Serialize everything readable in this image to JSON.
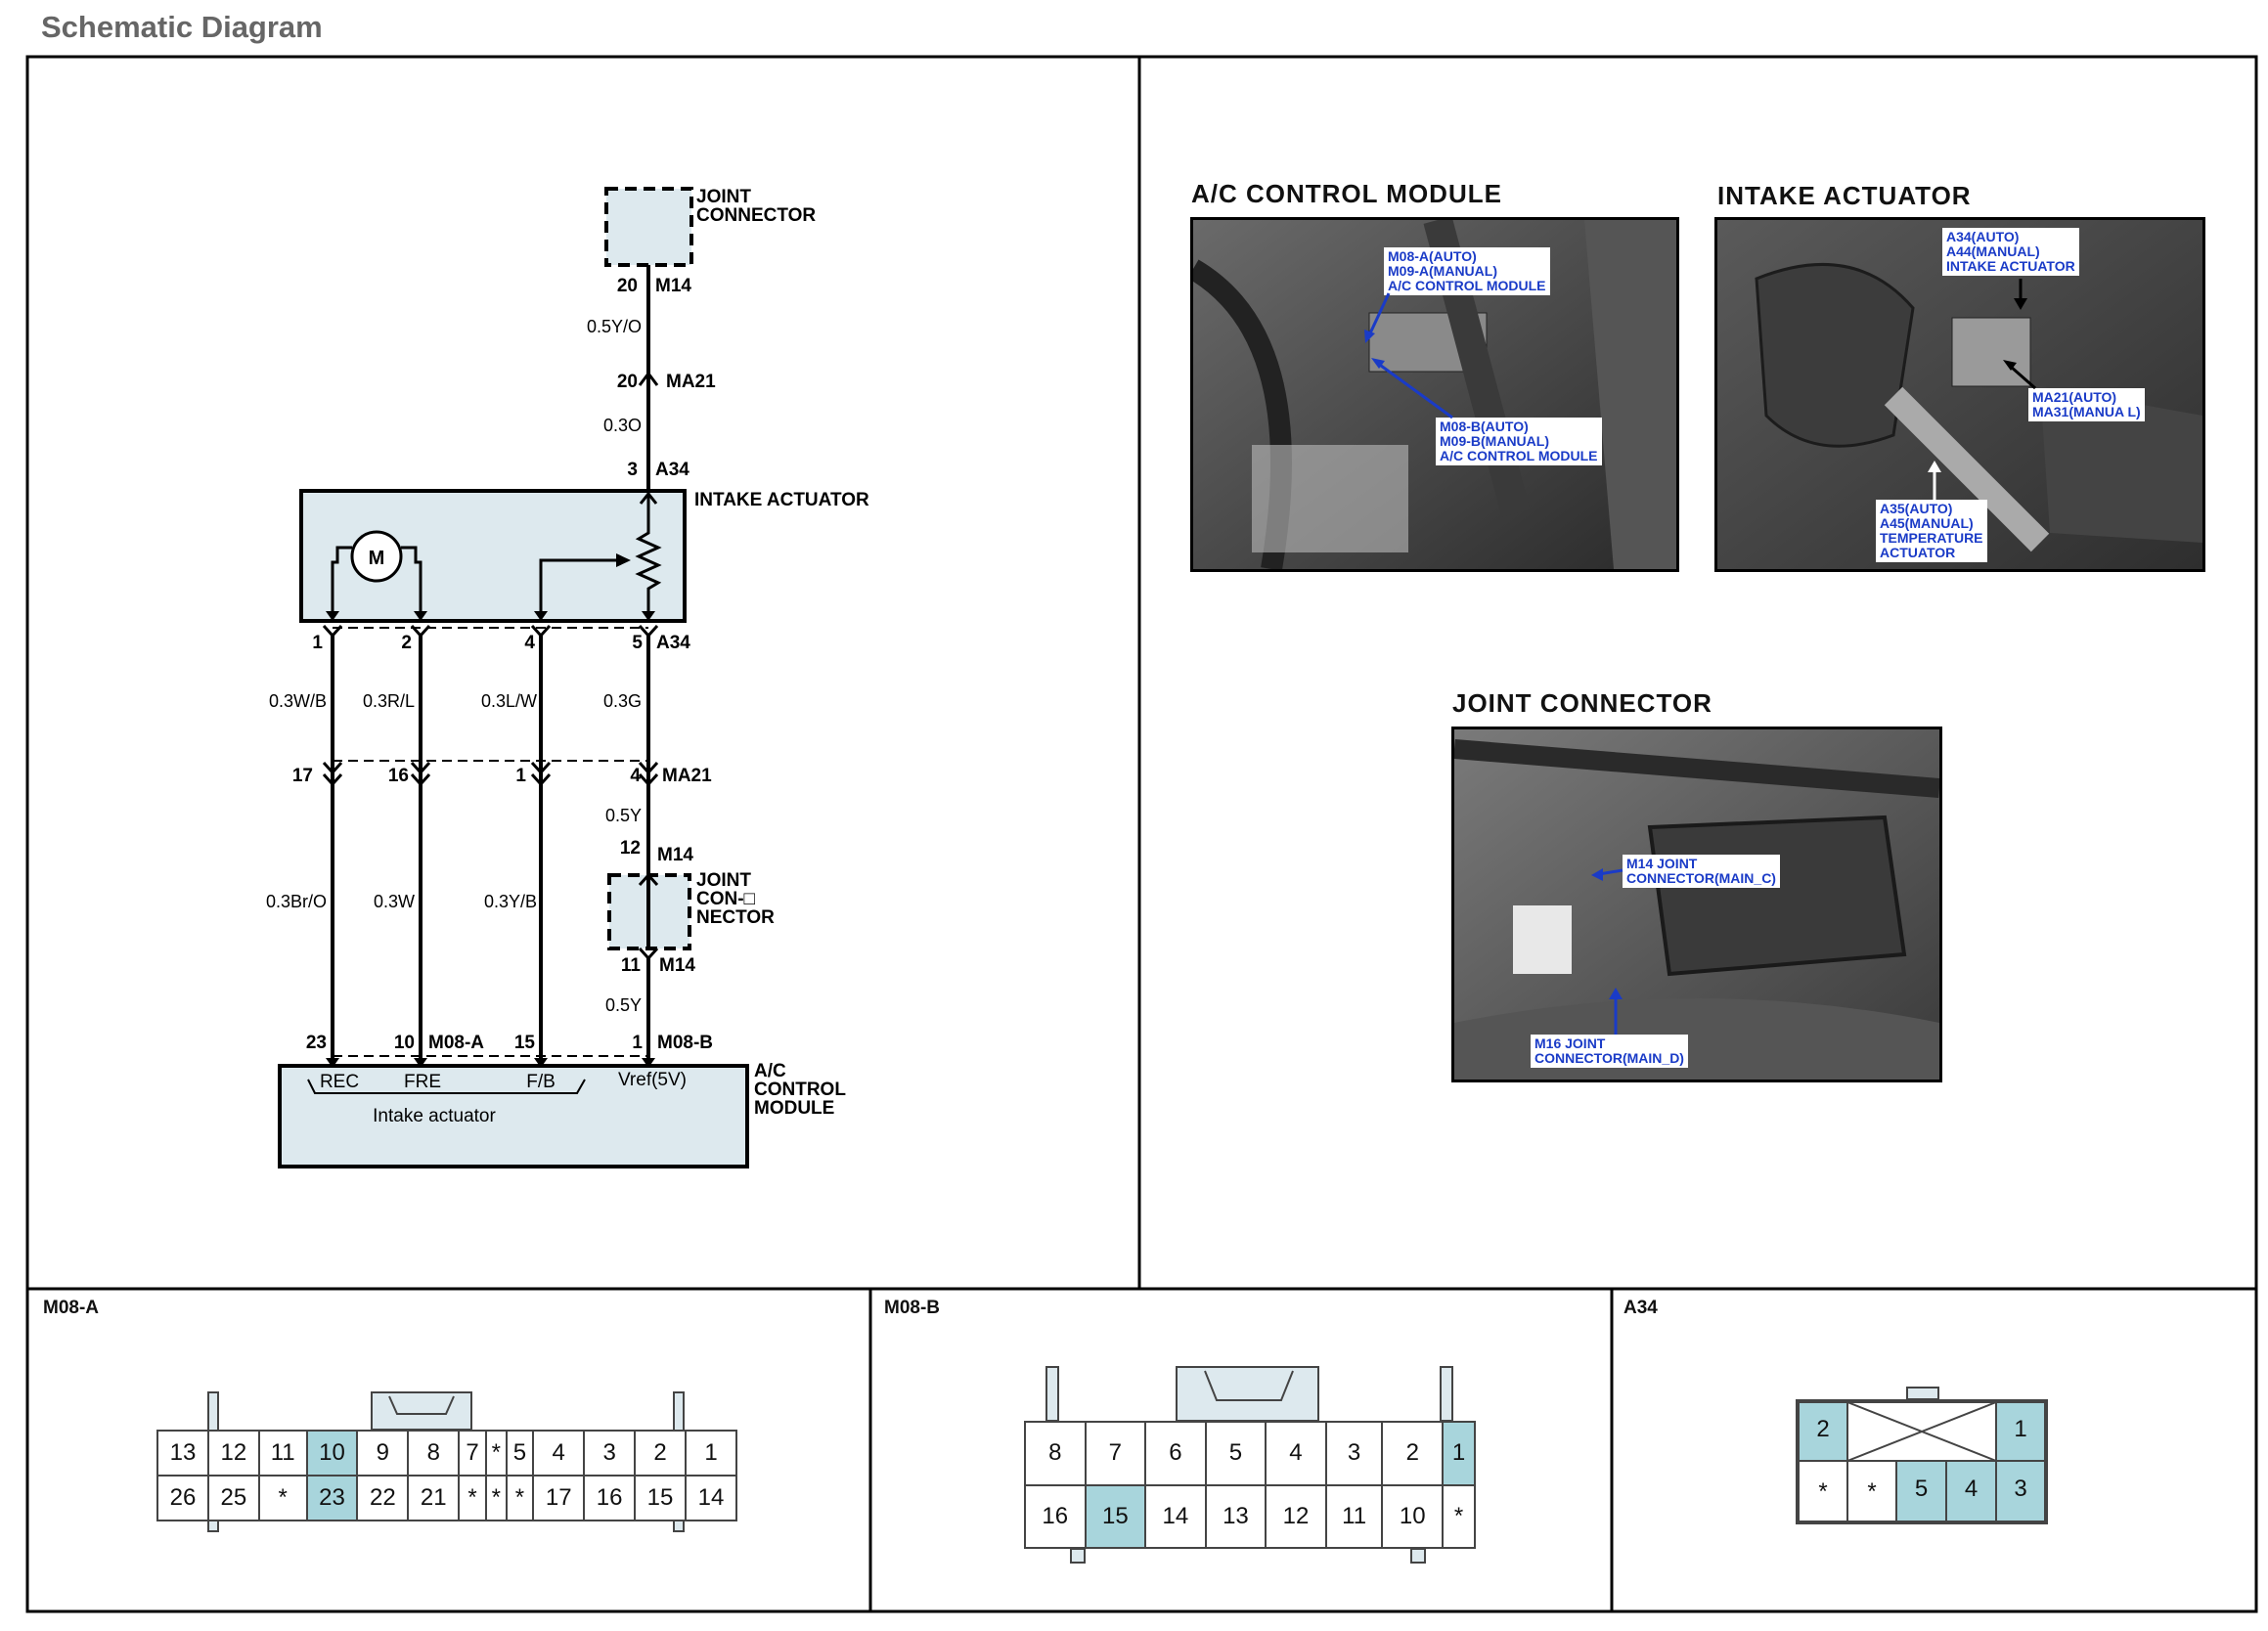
{
  "page_title": "Schematic Diagram",
  "schematic": {
    "joint_connector_top": {
      "label_line1": "JOINT",
      "label_line2": "CONNECTOR",
      "pin": "20",
      "connector": "M14"
    },
    "wire_top1": "0.5Y/O",
    "ma21_top": {
      "pin": "20",
      "connector": "MA21"
    },
    "wire_top2": "0.3O",
    "a34_top": {
      "pin": "3",
      "connector": "A34"
    },
    "intake_actuator": {
      "label": "INTAKE ACTUATOR",
      "motor": "M"
    },
    "a34_bottom": {
      "pins": [
        "1",
        "2",
        "4",
        "5"
      ],
      "connector": "A34"
    },
    "wires_upper": [
      "0.3W/B",
      "0.3R/L",
      "0.3L/W",
      "0.3G"
    ],
    "ma21_bottom": {
      "pins": [
        "17",
        "16",
        "1",
        "4"
      ],
      "connector": "MA21"
    },
    "wire_mid": "0.5Y",
    "m14_mid_top": {
      "pin": "12",
      "connector": "M14"
    },
    "joint_connector_mid": {
      "line1": "JOINT",
      "line2": "CON-□",
      "line3": "NECTOR"
    },
    "m14_mid_bottom": {
      "pin": "11",
      "connector": "M14"
    },
    "wire_low": "0.5Y",
    "wires_lower": [
      "0.3Br/O",
      "0.3W",
      "0.3Y/B"
    ],
    "module_pins": {
      "p23": "23",
      "p10": "10",
      "m08a": "M08-A",
      "p15": "15",
      "p1": "1",
      "m08b": "M08-B"
    },
    "ac_module": {
      "rec": "REC",
      "fre": "FRE",
      "fb": "F/B",
      "vref": "Vref(5V)",
      "sub_label": "Intake actuator",
      "label_line1": "A/C",
      "label_line2": "CONTROL",
      "label_line3": "MODULE"
    }
  },
  "photos": {
    "ac_control_module": {
      "title": "A/C CONTROL MODULE",
      "callout1": [
        "M08-A(AUTO)",
        "M09-A(MANUAL)",
        "A/C CONTROL MODULE"
      ],
      "callout2": [
        "M08-B(AUTO)",
        "M09-B(MANUAL)",
        "A/C CONTROL MODULE"
      ]
    },
    "intake_actuator": {
      "title": "INTAKE ACTUATOR",
      "callout1": [
        "A34(AUTO)",
        "A44(MANUAL)",
        "INTAKE ACTUATOR"
      ],
      "callout2": [
        "MA21(AUTO)",
        "MA31(MANUA L)"
      ],
      "callout3": [
        "A35(AUTO)",
        "A45(MANUAL)",
        "TEMPERATURE",
        "ACTUATOR"
      ]
    },
    "joint_connector": {
      "title": "JOINT CONNECTOR",
      "callout1": [
        "M14 JOINT",
        "CONNECTOR(MAIN_C)"
      ],
      "callout2": [
        "M16 JOINT",
        "CONNECTOR(MAIN_D)"
      ]
    }
  },
  "connectors": {
    "m08a": {
      "title": "M08-A",
      "row1": [
        "13",
        "12",
        "11",
        "10",
        "9",
        "8",
        "7",
        "*",
        "5",
        "4",
        "3",
        "2",
        "1"
      ],
      "row2": [
        "26",
        "25",
        "*",
        "23",
        "22",
        "21",
        "*",
        "*",
        "*",
        "17",
        "16",
        "15",
        "14"
      ]
    },
    "m08b": {
      "title": "M08-B",
      "row1": [
        "8",
        "7",
        "6",
        "5",
        "4",
        "3",
        "2",
        "1"
      ],
      "row2": [
        "16",
        "15",
        "14",
        "13",
        "12",
        "11",
        "10",
        "*"
      ]
    },
    "a34": {
      "title": "A34",
      "row1": [
        "2",
        "1"
      ],
      "row2": [
        "*",
        "*",
        "5",
        "4",
        "3"
      ]
    }
  },
  "colors": {
    "highlight": "#a8d5dc",
    "component_fill": "#dde9ee",
    "callout_text": "#1a3bc7"
  }
}
